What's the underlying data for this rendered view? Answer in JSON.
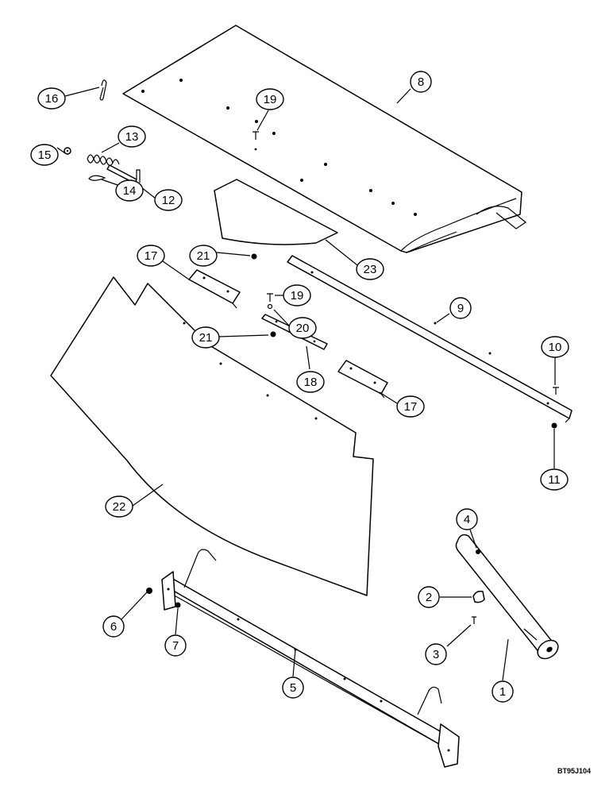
{
  "callouts": [
    {
      "id": "c1",
      "label": "1"
    },
    {
      "id": "c2",
      "label": "2"
    },
    {
      "id": "c3",
      "label": "3"
    },
    {
      "id": "c4",
      "label": "4"
    },
    {
      "id": "c5",
      "label": "5"
    },
    {
      "id": "c6",
      "label": "6"
    },
    {
      "id": "c7",
      "label": "7"
    },
    {
      "id": "c8",
      "label": "8"
    },
    {
      "id": "c9",
      "label": "9"
    },
    {
      "id": "c10",
      "label": "10"
    },
    {
      "id": "c11",
      "label": "11"
    },
    {
      "id": "c12",
      "label": "12"
    },
    {
      "id": "c13",
      "label": "13"
    },
    {
      "id": "c14",
      "label": "14"
    },
    {
      "id": "c15",
      "label": "15"
    },
    {
      "id": "c16",
      "label": "16"
    },
    {
      "id": "c17a",
      "label": "17"
    },
    {
      "id": "c17b",
      "label": "17"
    },
    {
      "id": "c18",
      "label": "18"
    },
    {
      "id": "c19a",
      "label": "19"
    },
    {
      "id": "c19b",
      "label": "19"
    },
    {
      "id": "c20",
      "label": "20"
    },
    {
      "id": "c21a",
      "label": "21"
    },
    {
      "id": "c21b",
      "label": "21"
    },
    {
      "id": "c22",
      "label": "22"
    },
    {
      "id": "c23",
      "label": "23"
    }
  ],
  "figure_ref": "BT95J104"
}
